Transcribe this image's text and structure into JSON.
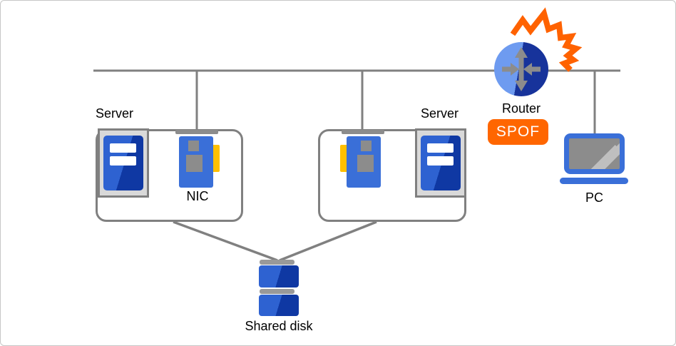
{
  "nodes": {
    "cluster_left": {
      "server_label": "Server",
      "nic_label": "NIC"
    },
    "cluster_right": {
      "server_label": "Server"
    },
    "router": {
      "label": "Router",
      "badge": "SPOF"
    },
    "pc": {
      "label": "PC"
    },
    "shared_disk": {
      "label": "Shared disk"
    }
  },
  "colors": {
    "icon_blue": "#3A6FD8",
    "icon_blue_light": "#2E62D1",
    "icon_blue_dark": "#0F38A3",
    "router_blue_light": "#6E9BF0",
    "router_blue_dark": "#17339B",
    "alert_orange": "#FF6600",
    "burst_orange": "#FF6200",
    "nic_yellow": "#FFC000",
    "connector_gray": "#808080",
    "icon_gray": "#8C8C8C",
    "frame_gray": "#D9D9D9"
  }
}
